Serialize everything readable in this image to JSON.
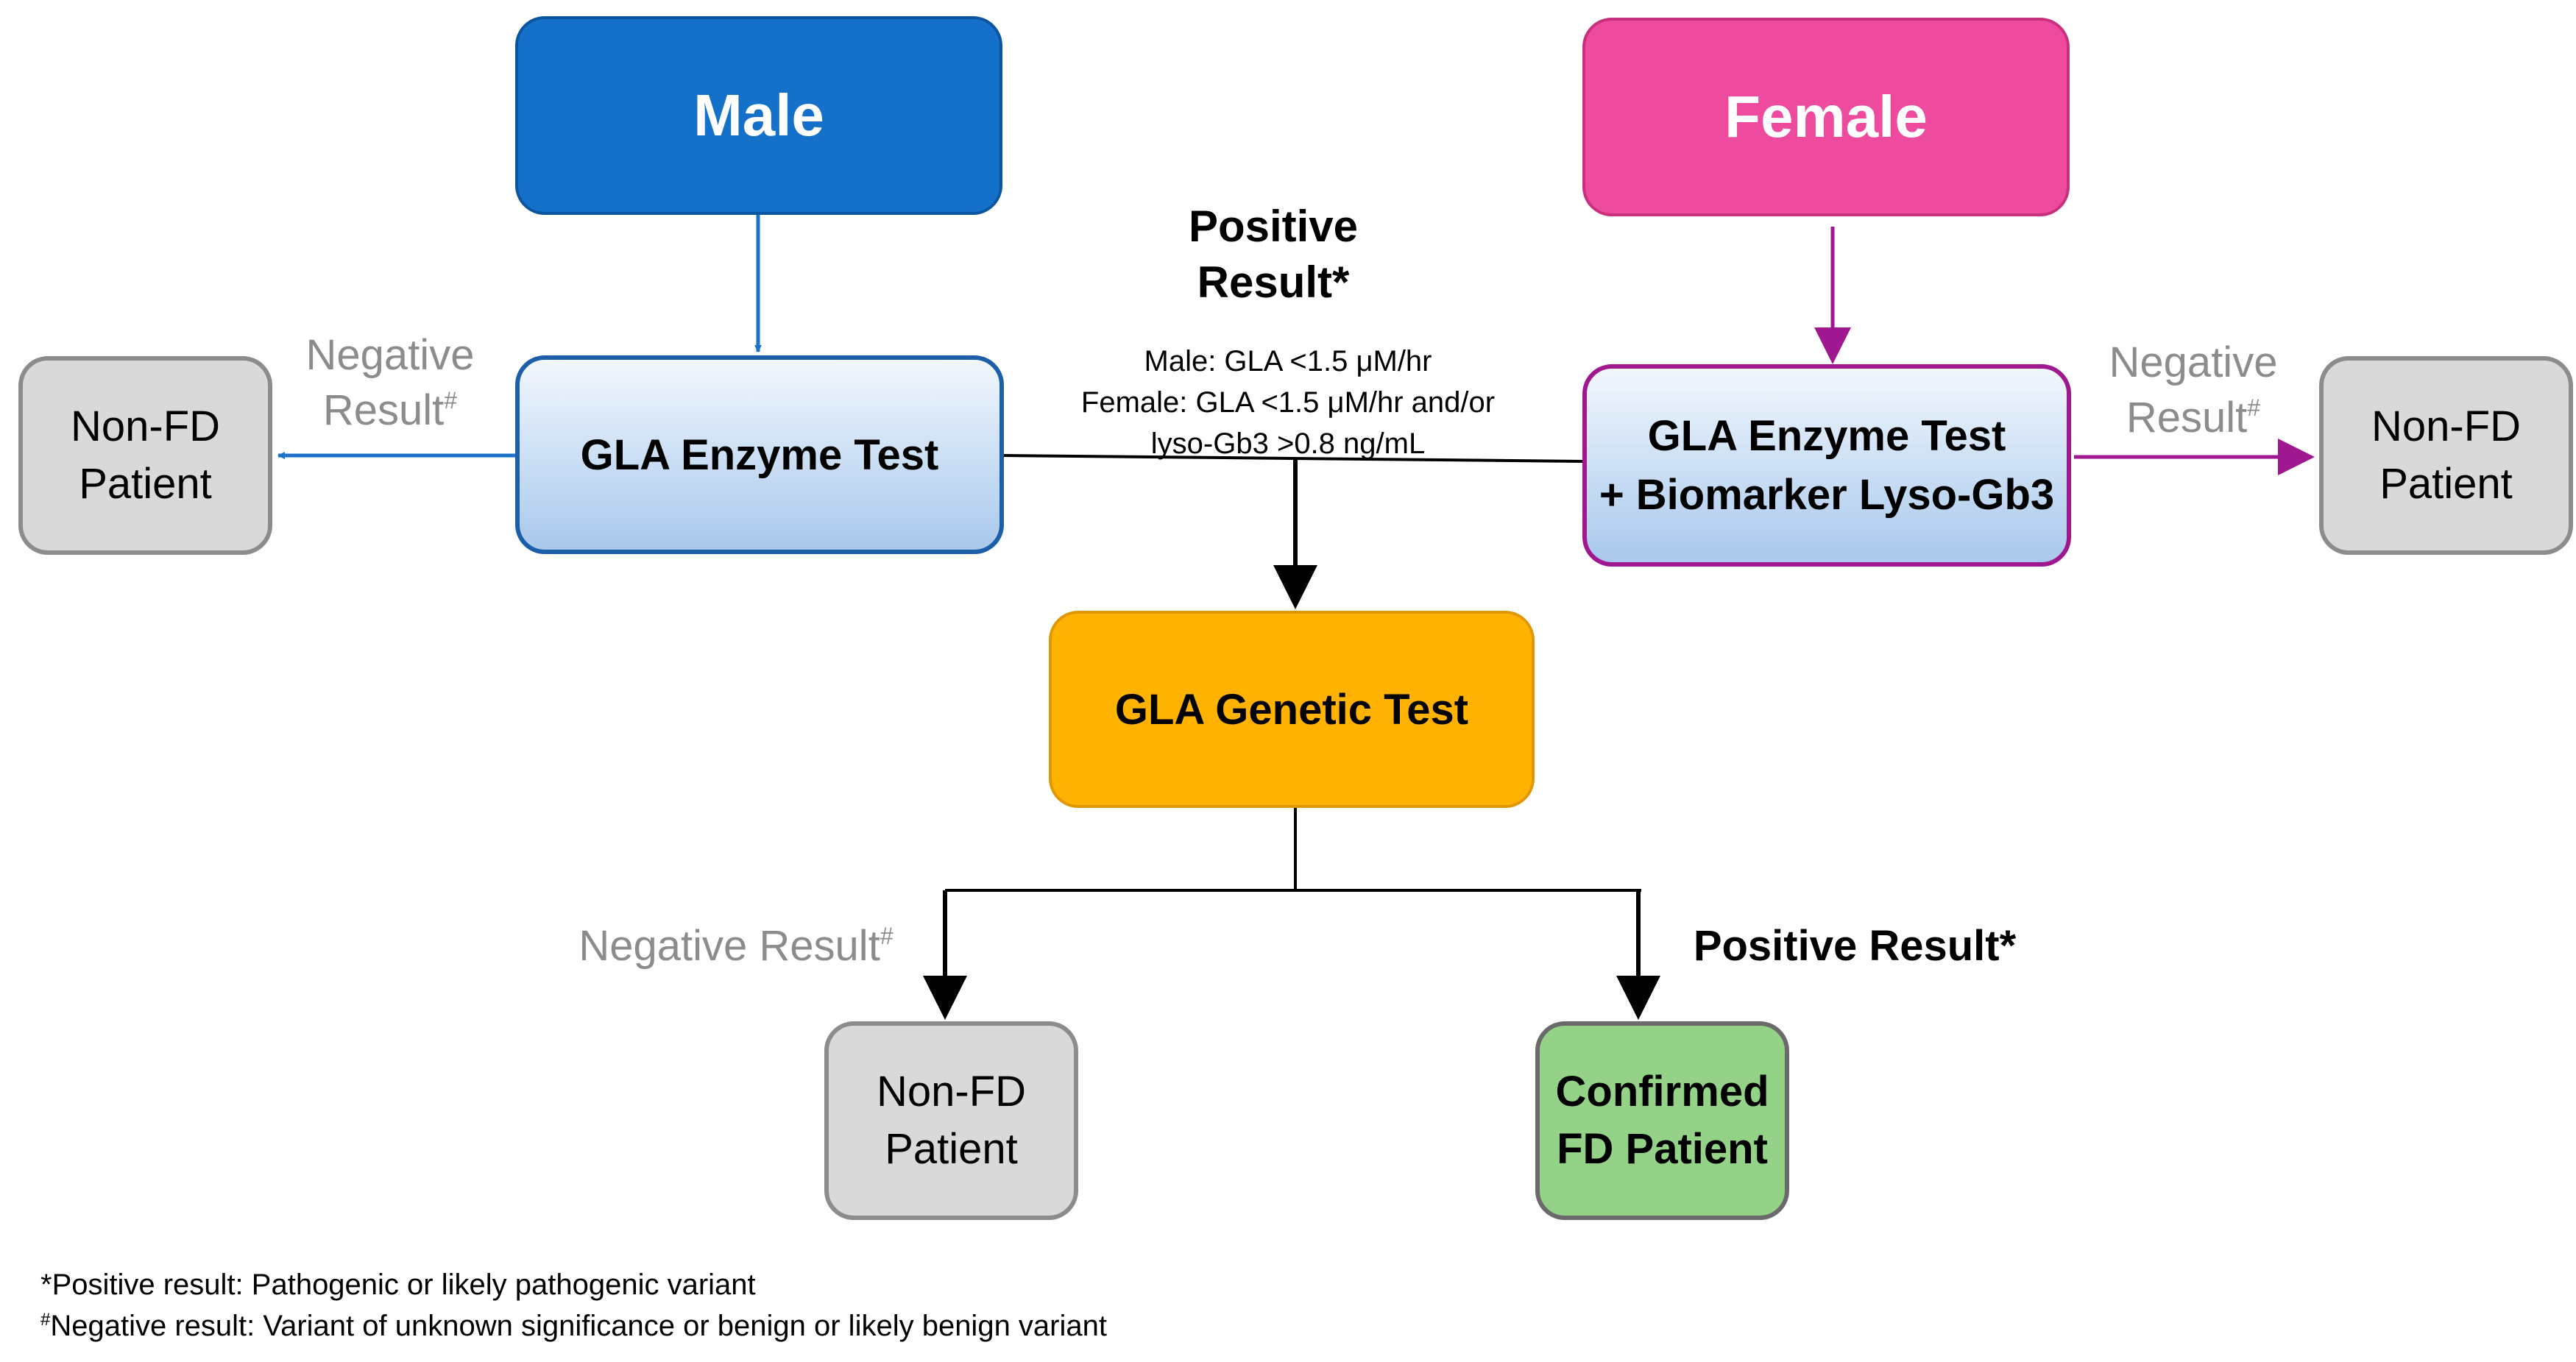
{
  "nodes": {
    "male": "Male",
    "female": "Female",
    "enzyme_male": "GLA Enzyme Test",
    "enzyme_female_line1": "GLA Enzyme Test",
    "enzyme_female_line2": "+ Biomarker Lyso-Gb3",
    "nonfd_line1": "Non-FD",
    "nonfd_line2": "Patient",
    "genetic": "GLA Genetic Test",
    "confirmed_line1": "Confirmed",
    "confirmed_line2": "FD Patient"
  },
  "labels": {
    "positive_top_line1": "Positive",
    "positive_top_line2": "Result*",
    "criteria_line1": "Male: GLA <1.5 μM/hr",
    "criteria_line2": "Female: GLA <1.5 μM/hr and/or",
    "criteria_line3": "lyso-Gb3 >0.8 ng/mL",
    "negative_word": "Negative",
    "result_word": "Result",
    "negative_result": "Negative Result",
    "hash": "#",
    "positive_result": "Positive Result*"
  },
  "footnotes": {
    "positive_note": "*Positive result: Pathogenic or likely pathogenic variant",
    "negative_note": "Negative result: Variant of unknown significance or benign or likely benign variant"
  },
  "colors": {
    "male_blue": "#1470c8",
    "female_pink": "#ee4b9e",
    "female_border": "#a01890",
    "genetic_orange": "#ffb300",
    "confirmed_green": "#93d287",
    "nonfd_gray": "#d9d9d9",
    "negative_text": "#8c8c8c"
  }
}
